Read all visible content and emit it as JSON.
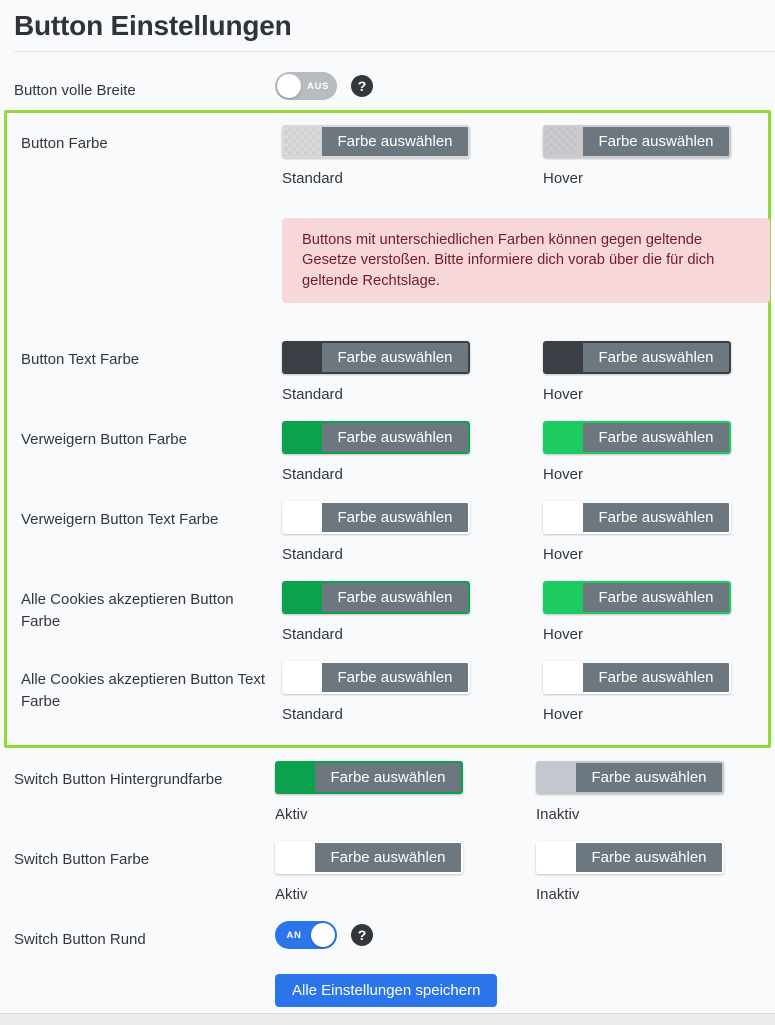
{
  "title": "Button Einstellungen",
  "picker_button_label": "Farbe auswählen",
  "help_icon_glyph": "?",
  "colors": {
    "picker_body_gray": "#6d7780",
    "toggle_off": "#b8bcc1",
    "toggle_on": "#2b74e9",
    "help_icon_bg": "#32373c",
    "highlight_border": "#94d93c",
    "warning_bg": "#f8d7da",
    "warning_text": "#721c24",
    "save_button_bg": "#2b74e9"
  },
  "rows": {
    "volle_breite": {
      "label": "Button volle Breite",
      "toggle_state": "AUS"
    },
    "button_farbe": {
      "label": "Button Farbe",
      "standard": {
        "caption": "Standard",
        "color": "#d9d9db"
      },
      "hover": {
        "caption": "Hover",
        "color": "#cbcbd0"
      }
    },
    "warning": {
      "text": "Buttons mit unterschiedlichen Farben können gegen geltende Gesetze verstoßen. Bitte informiere dich vorab über die für dich geltende Rechtslage."
    },
    "button_text_farbe": {
      "label": "Button Text Farbe",
      "standard": {
        "caption": "Standard",
        "color": "#3a3f45"
      },
      "hover": {
        "caption": "Hover",
        "color": "#3a3f45"
      }
    },
    "verweigern_farbe": {
      "label": "Verweigern Button Farbe",
      "standard": {
        "caption": "Standard",
        "color": "#0ca24d"
      },
      "hover": {
        "caption": "Hover",
        "color": "#1ccb62"
      }
    },
    "verweigern_text_farbe": {
      "label": "Verweigern Button Text Farbe",
      "standard": {
        "caption": "Standard",
        "color": "#ffffff"
      },
      "hover": {
        "caption": "Hover",
        "color": "#ffffff"
      }
    },
    "alle_cookies_farbe": {
      "label": "Alle Cookies akzeptieren Button Farbe",
      "standard": {
        "caption": "Standard",
        "color": "#0ca24d"
      },
      "hover": {
        "caption": "Hover",
        "color": "#1ccb62"
      }
    },
    "alle_cookies_text_farbe": {
      "label": "Alle Cookies akzeptieren Button Text Farbe",
      "standard": {
        "caption": "Standard",
        "color": "#ffffff"
      },
      "hover": {
        "caption": "Hover",
        "color": "#ffffff"
      }
    },
    "switch_hintergrund": {
      "label": "Switch Button Hintergrundfarbe",
      "standard": {
        "caption": "Aktiv",
        "color": "#0ca24d"
      },
      "hover": {
        "caption": "Inaktiv",
        "color": "#c4c7cd"
      }
    },
    "switch_farbe": {
      "label": "Switch Button Farbe",
      "standard": {
        "caption": "Aktiv",
        "color": "#ffffff"
      },
      "hover": {
        "caption": "Inaktiv",
        "color": "#ffffff"
      }
    },
    "switch_rund": {
      "label": "Switch Button Rund",
      "toggle_state": "AN"
    }
  },
  "save_button_label": "Alle Einstellungen speichern"
}
